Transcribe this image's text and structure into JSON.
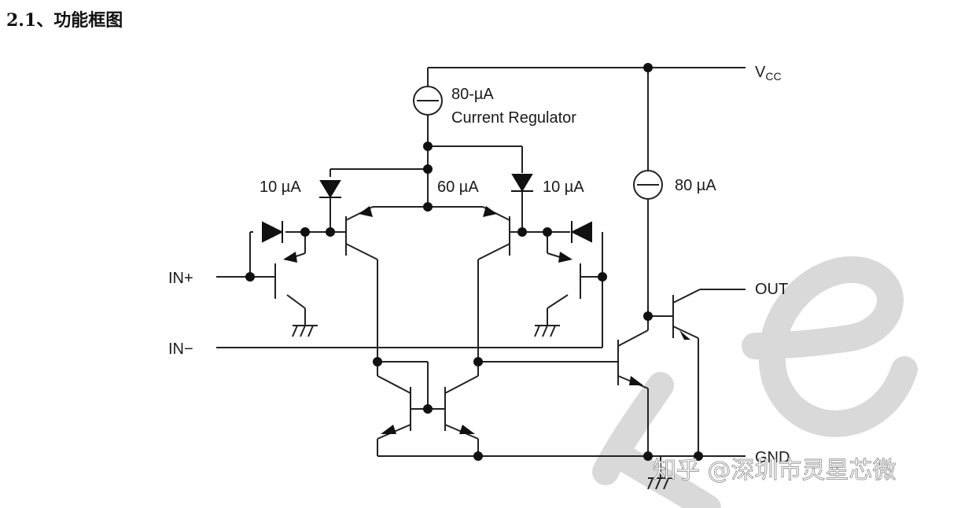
{
  "heading": "2.1、功能框图",
  "labels": {
    "vcc_main": "V",
    "vcc_sub": "CC",
    "regulator_current": "80-µA",
    "regulator_name": "Current Regulator",
    "current_left": "10 µA",
    "current_center": "60 µA",
    "current_right": "10 µA",
    "current_output": "80 µA",
    "in_plus": "IN+",
    "in_minus": "IN−",
    "out": "OUT",
    "gnd": "GND"
  },
  "watermark": "知乎 @深圳市灵星芯微",
  "colors": {
    "line": "#222222",
    "watermark_logo": "#d6d6d6"
  }
}
